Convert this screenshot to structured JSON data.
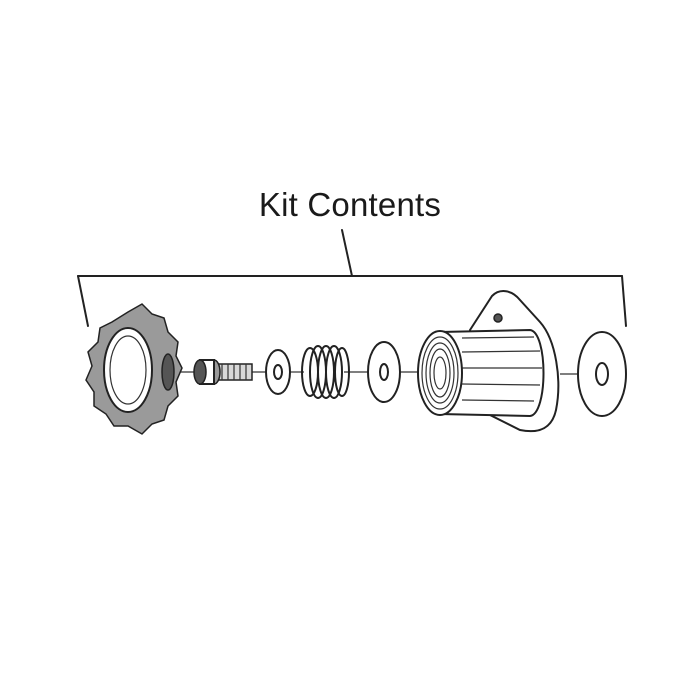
{
  "diagram": {
    "title": "Kit Contents",
    "parts": [
      {
        "name": "castellated-end-cap"
      },
      {
        "name": "socket-head-bolt"
      },
      {
        "name": "small-washer"
      },
      {
        "name": "coil-spring"
      },
      {
        "name": "medium-washer"
      },
      {
        "name": "threaded-freehub-body"
      },
      {
        "name": "large-washer"
      }
    ]
  }
}
